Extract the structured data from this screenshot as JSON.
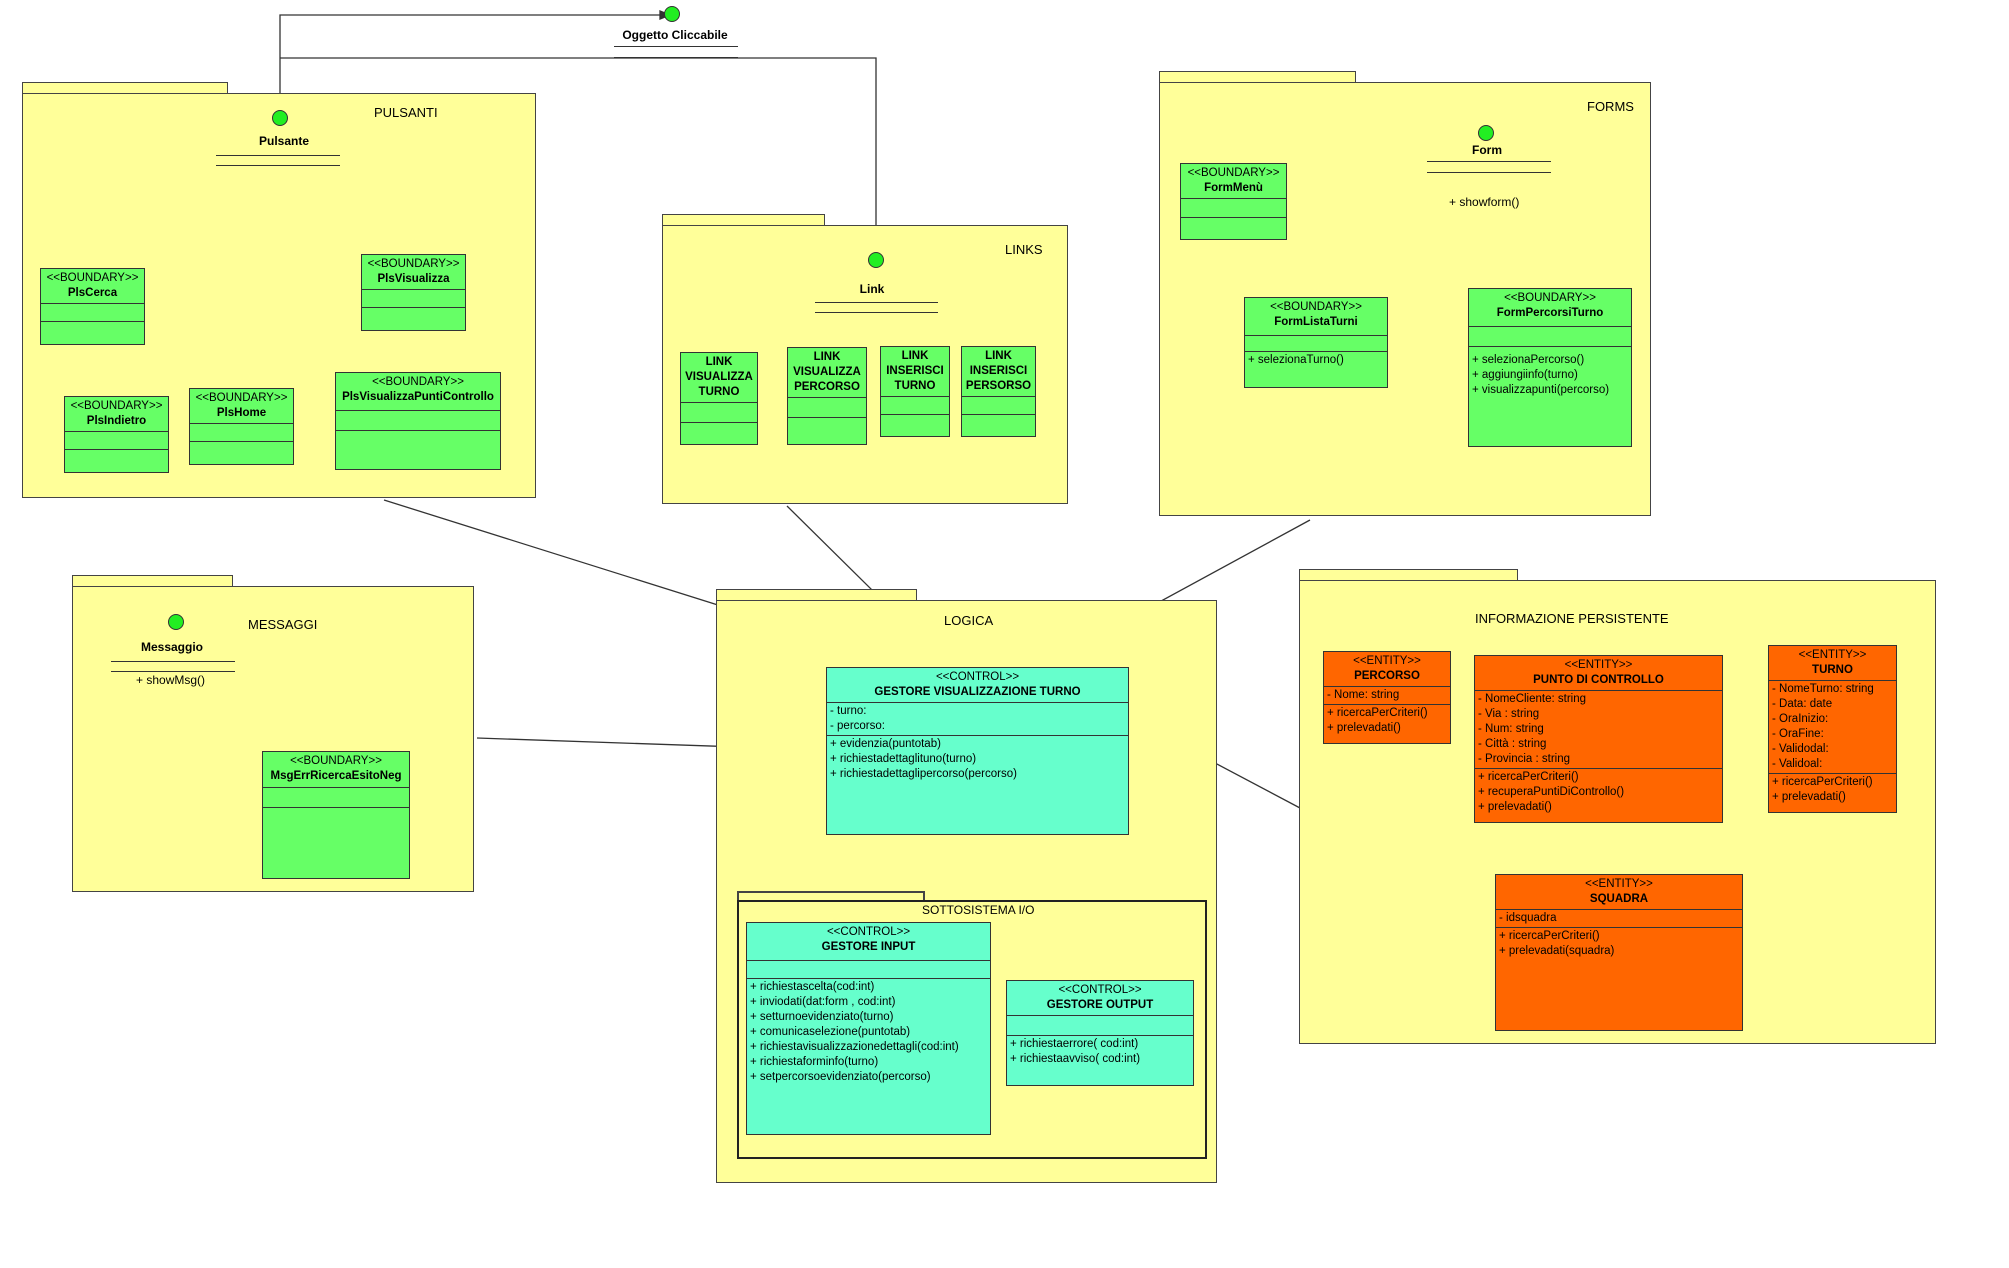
{
  "top_interface": {
    "name": "Oggetto Cliccabile"
  },
  "packages": {
    "pulsanti": {
      "title": "PULSANTI"
    },
    "links": {
      "title": "LINKS"
    },
    "forms": {
      "title": "FORMS"
    },
    "messaggi": {
      "title": "MESSAGGI"
    },
    "logica": {
      "title": "LOGICA"
    },
    "sottosistema_io": {
      "title": "SOTTOSISTEMA I/O"
    },
    "informazione_persistente": {
      "title": "INFORMAZIONE PERSISTENTE"
    }
  },
  "interfaces": {
    "pulsante": {
      "name": "Pulsante"
    },
    "link": {
      "name": "Link"
    },
    "form": {
      "name": "Form",
      "operations": [
        "+ showform()"
      ]
    },
    "messaggio": {
      "name": "Messaggio",
      "operations": [
        "+ showMsg()"
      ]
    }
  },
  "classes": {
    "pls_cerca": {
      "stereotype": "<<BOUNDARY>>",
      "name": "PlsCerca"
    },
    "pls_visualizza": {
      "stereotype": "<<BOUNDARY>>",
      "name": "PlsVisualizza"
    },
    "pls_indietro": {
      "stereotype": "<<BOUNDARY>>",
      "name": "PlsIndietro"
    },
    "pls_home": {
      "stereotype": "<<BOUNDARY>>",
      "name": "PlsHome"
    },
    "pls_visualizza_punti": {
      "stereotype": "<<BOUNDARY>>",
      "name": "PlsVisualizzaPuntiControllo"
    },
    "link_visualizza_turno": {
      "name_lines": [
        "LINK",
        "VISUALIZZA",
        "TURNO"
      ]
    },
    "link_visualizza_percorso": {
      "name_lines": [
        "LINK",
        "VISUALIZZA",
        "PERCORSO"
      ]
    },
    "link_inserisci_turno": {
      "name_lines": [
        "LINK",
        "INSERISCI",
        "TURNO"
      ]
    },
    "link_inserisci_persorso": {
      "name_lines": [
        "LINK",
        "INSERISCI",
        "PERSORSO"
      ]
    },
    "form_menu": {
      "stereotype": "<<BOUNDARY>>",
      "name": "FormMenù"
    },
    "form_lista_turni": {
      "stereotype": "<<BOUNDARY>>",
      "name": "FormListaTurni",
      "operations": [
        "+ selezionaTurno()"
      ]
    },
    "form_percorsi_turno": {
      "stereotype": "<<BOUNDARY>>",
      "name": "FormPercorsiTurno",
      "operations": [
        "+ selezionaPercorso()",
        "+ aggiungiinfo(turno)",
        "+ visualizzapunti(percorso)"
      ]
    },
    "msg_err": {
      "stereotype": "<<BOUNDARY>>",
      "name": "MsgErrRicercaEsitoNeg"
    },
    "gestore_visualizzazione": {
      "stereotype": "<<CONTROL>>",
      "name": "GESTORE VISUALIZZAZIONE TURNO",
      "attributes": [
        "- turno:",
        "- percorso:"
      ],
      "operations": [
        "+ evidenzia(puntotab)",
        "+ richiestadettaglituno(turno)",
        "+ richiestadettaglipercorso(percorso)"
      ]
    },
    "gestore_input": {
      "stereotype": "<<CONTROL>>",
      "name": "GESTORE INPUT",
      "operations": [
        "+ richiestascelta(cod:int)",
        "+ inviodati(dat:form , cod:int)",
        "+ setturnoevidenziato(turno)",
        "+ comunicaselezione(puntotab)",
        "+ richiestavisualizzazionedettagli(cod:int)",
        "+ richiestaforminfo(turno)",
        "+ setpercorsoevidenziato(percorso)"
      ]
    },
    "gestore_output": {
      "stereotype": "<<CONTROL>>",
      "name": "GESTORE OUTPUT",
      "operations": [
        "+ richiestaerrore( cod:int)",
        "+ richiestaavviso( cod:int)"
      ]
    },
    "percorso": {
      "stereotype": "<<ENTITY>>",
      "name": "PERCORSO",
      "attributes": [
        "- Nome: string"
      ],
      "operations": [
        "+ ricercaPerCriteri()",
        "+ prelevadati()"
      ]
    },
    "punto_di_controllo": {
      "stereotype": "<<ENTITY>>",
      "name": "PUNTO DI CONTROLLO",
      "attributes": [
        "- NomeCliente: string",
        "- Via : string",
        "- Num: string",
        "- Città : string",
        "- Provincia : string"
      ],
      "operations": [
        "+ ricercaPerCriteri()",
        "+ recuperaPuntiDiControllo()",
        "+ prelevadati()"
      ]
    },
    "turno": {
      "stereotype": "<<ENTITY>>",
      "name": "TURNO",
      "attributes": [
        "- NomeTurno: string",
        "- Data: date",
        "- OraInizio:",
        "- OraFine:",
        "- Validodal:",
        "- Validoal:"
      ],
      "operations": [
        "+ ricercaPerCriteri()",
        "+ prelevadati()"
      ]
    },
    "squadra": {
      "stereotype": "<<ENTITY>>",
      "name": "SQUADRA",
      "attributes": [
        "- idsquadra"
      ],
      "operations": [
        "+ ricercaPerCriteri()",
        "+ prelevadati(squadra)"
      ]
    }
  },
  "colors": {
    "package_fill": "#ffff99",
    "boundary": "#66ff66",
    "control": "#66ffcc",
    "entity": "#ff6600",
    "interface": "#22ee22"
  }
}
